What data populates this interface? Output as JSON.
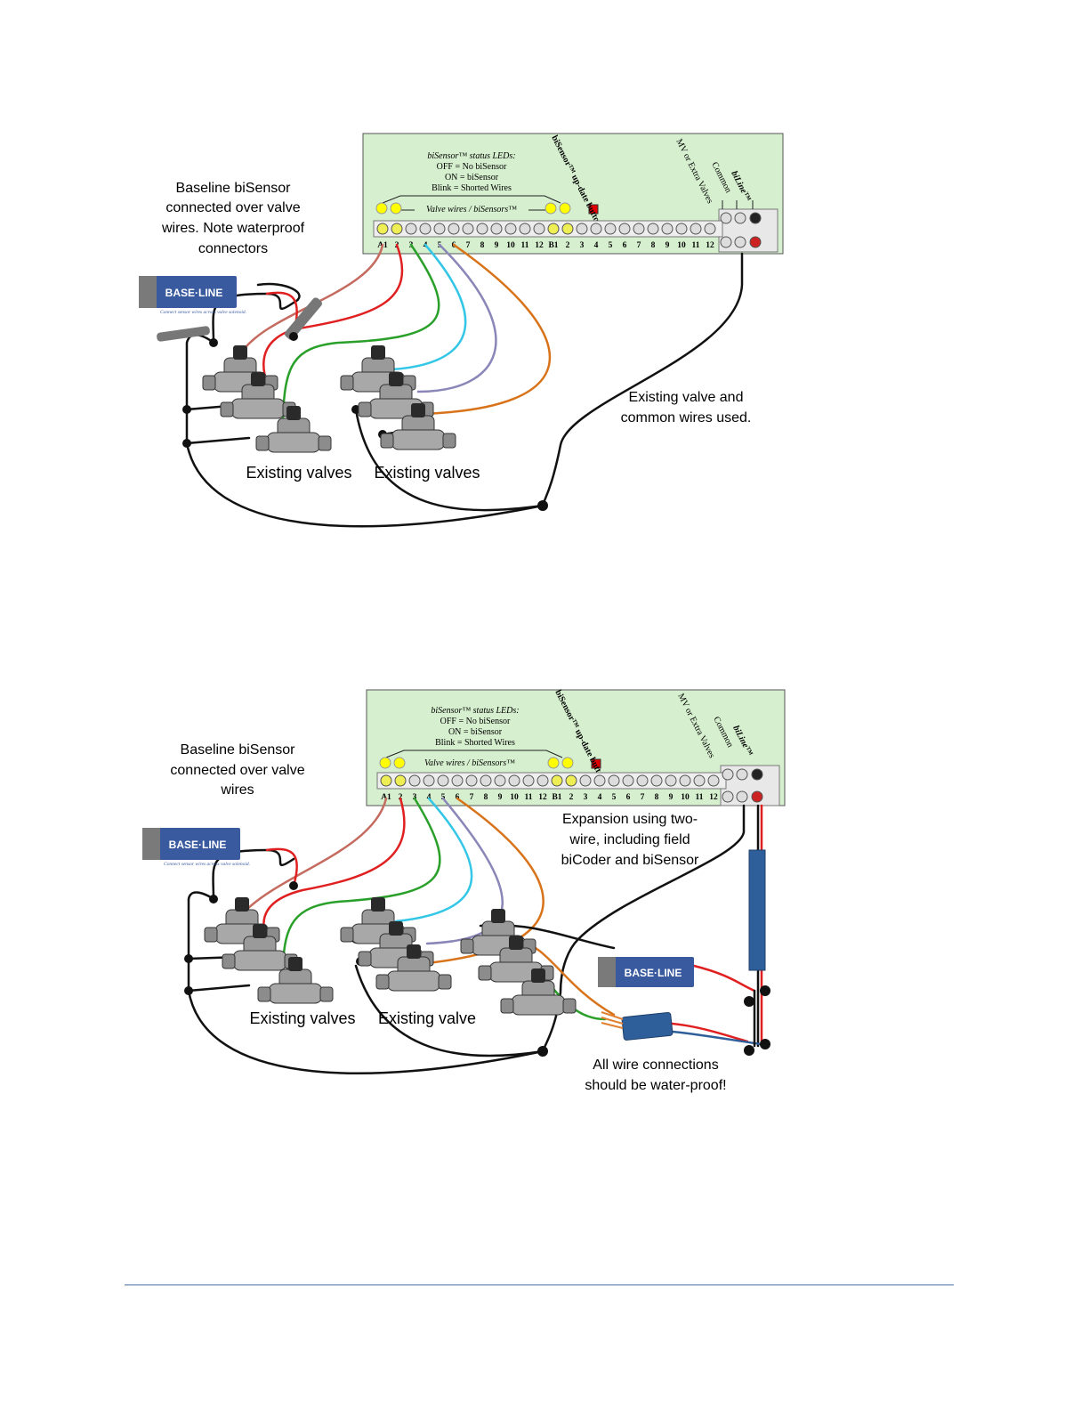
{
  "colors": {
    "panel": "#d6f0cf",
    "led": "#ffff00",
    "button": "#e00000",
    "wire_red": "#e02020",
    "wire_rose": "#c46a5e",
    "wire_green": "#2aa02a",
    "wire_cyan": "#33c6e6",
    "wire_purple": "#8a86b8",
    "wire_orange": "#d8731a",
    "wire_black": "#111111",
    "base_blue": "#3a5aa0",
    "bicoder_pipe": "#2f5f9a"
  },
  "panel": {
    "leds_title": "biSensor™ status LEDs:",
    "leds_off": "OFF = No biSensor",
    "leds_on": "ON = biSensor",
    "leds_blink": "Blink = Shorted Wires",
    "valve_wires": "Valve wires / biSensors™",
    "update_button": "biSensor™ up-date button",
    "mv_label": "MV or Extra Valves",
    "common_label": "Common",
    "biline_label": "biLine™",
    "terminals": [
      "A1",
      "2",
      "3",
      "4",
      "5",
      "6",
      "7",
      "8",
      "9",
      "10",
      "11",
      "12",
      "B1",
      "2",
      "3",
      "4",
      "5",
      "6",
      "7",
      "8",
      "9",
      "10",
      "11",
      "12"
    ]
  },
  "logo": {
    "text": "BASE·LINE",
    "subtext": "Connect sensor wires across valve solenoid."
  },
  "diagram1": {
    "note": "Baseline biSensor connected over valve wires.  Note waterproof connectors",
    "note_lines": [
      "Baseline biSensor",
      "connected over valve",
      "wires.  Note waterproof",
      "connectors"
    ],
    "label_left": "Existing valves",
    "label_right": "Existing valves",
    "existing_note_lines": [
      "Existing valve and",
      "common wires used."
    ]
  },
  "diagram2": {
    "note_lines": [
      "Baseline biSensor",
      "connected over valve",
      "wires"
    ],
    "label_left": "Existing valves",
    "label_right": "Existing valve",
    "expansion_lines": [
      "Expansion using two-",
      "wire, including field",
      "biCoder and biSensor"
    ],
    "waterproof_lines": [
      "All wire connections",
      "should be water-proof!"
    ]
  }
}
